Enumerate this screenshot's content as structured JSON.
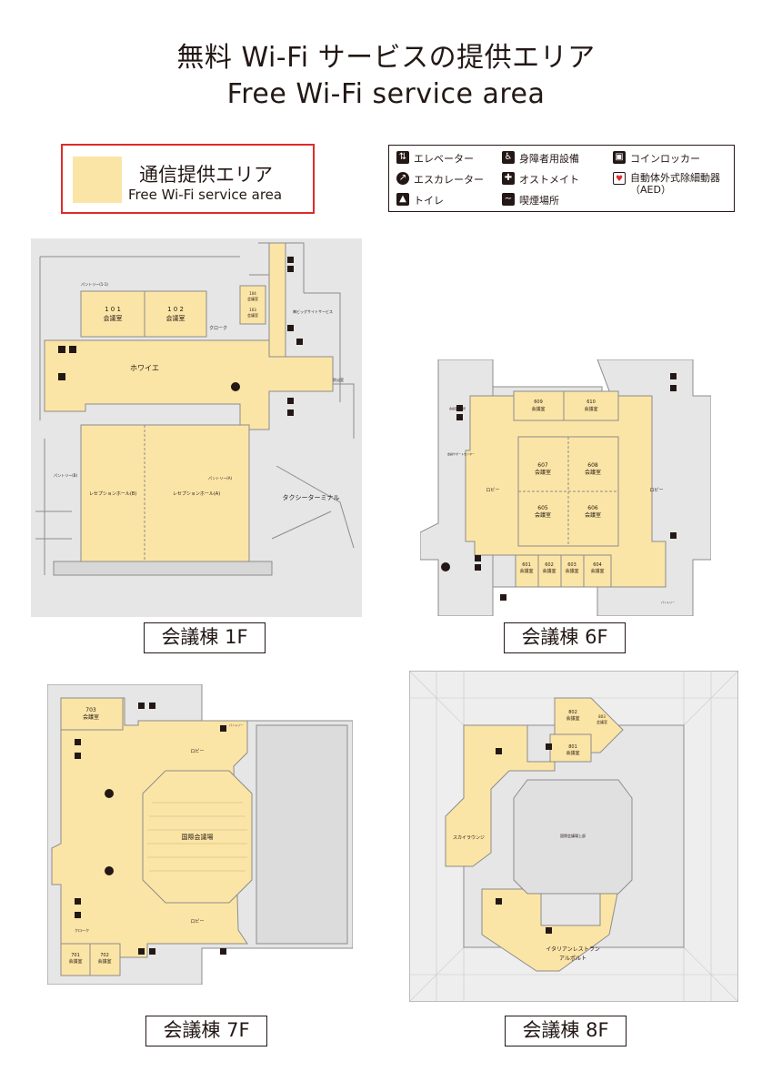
{
  "title_jp": "無料 Wi-Fi サービスの提供エリア",
  "title_en": "Free Wi-Fi service area",
  "legend": {
    "label_jp": "通信提供エリア",
    "label_en": "Free Wi-Fi service area",
    "color": "#fbe5a6"
  },
  "symbols": {
    "elevator": "エレベーター",
    "escalator": "エスカレーター",
    "toilet": "トイレ",
    "accessible": "身障者用設備",
    "ostomate": "オストメイト",
    "smoking": "喫煙場所",
    "locker": "コインロッカー",
    "aed": "自動体外式除細動器",
    "aed_abbr": "（AED）"
  },
  "colors": {
    "wifi": "#fbe5a6",
    "wall": "#dcdcdc",
    "line": "#8c8c8c",
    "legend_border": "#e12a2a"
  },
  "floor1": {
    "caption": "会議棟  1F",
    "room101": "1 0 1",
    "room101_sub": "会議室",
    "room102": "1 0 2",
    "room102_sub": "会議室",
    "room104": "104",
    "room104_sub": "会議室",
    "room103": "103",
    "room103_sub": "会議室",
    "pantry_top": "パントリー(1-1)",
    "cloak": "クローク",
    "service": "㈱ビッグサイトサービス",
    "foyer": "ホワイエ",
    "disaster": "防災室",
    "pantry_b": "パントリー(B)",
    "pantry_a": "パントリー(A)",
    "hall_b": "レセプションホール(B)",
    "hall_a": "レセプションホール(A)",
    "taxi": "タクシーターミナル"
  },
  "floor6": {
    "caption": "会議棟  6F",
    "rooms": {
      "r609": "609",
      "r610": "610",
      "r607": "607",
      "r608": "608",
      "r605": "605",
      "r606": "606",
      "r601": "601",
      "r602": "602",
      "r603": "603",
      "r604": "604"
    },
    "room_sub": "会議室",
    "lobby": "ロビー",
    "support": "会議サポートセンター",
    "pantry": "パントリー",
    "office": "会議室事務所"
  },
  "floor7": {
    "caption": "会議棟  7F",
    "room703": "703",
    "room701": "701",
    "room702": "702",
    "room_sub": "会議室",
    "lobby": "ロビー",
    "intl": "国際会議場",
    "cloak": "クローク",
    "pantry": "パントリー"
  },
  "floor8": {
    "caption": "会議棟  8F",
    "room802": "802",
    "room803": "803",
    "room801": "801",
    "room_sub": "会議室",
    "sky": "スカイラウンジ",
    "intl_upper": "国際会議場上部",
    "restaurant_1": "イタリアンレストラン",
    "restaurant_2": "アルポルト"
  }
}
